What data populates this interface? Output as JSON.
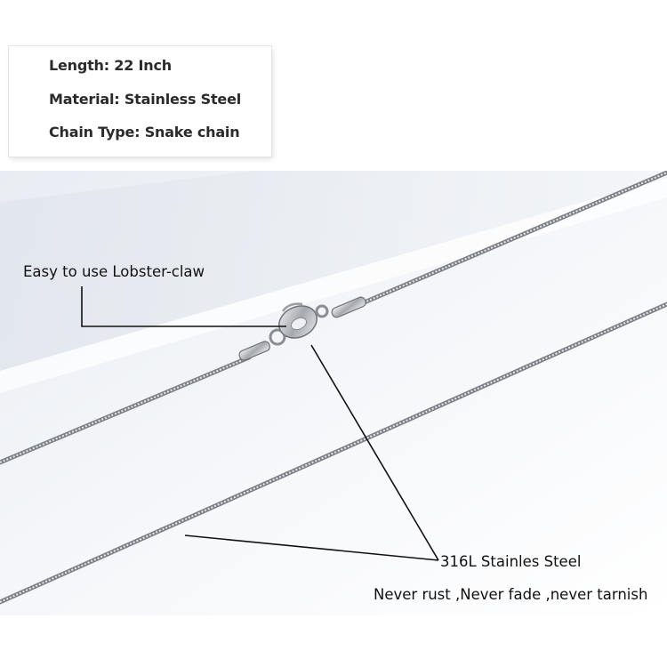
{
  "specs": {
    "length": "Length:  22 Inch",
    "material": "Material: Stainless Steel",
    "chain_type": "Chain Type: Snake chain"
  },
  "callouts": {
    "clasp": "Easy to use Lobster-claw",
    "steel": "316L Stainles Steel",
    "durability": "Never rust ,Never fade ,never tarnish"
  },
  "colors": {
    "background": "#ffffff",
    "panel_light": "#eef1f5",
    "panel_shadow": "#dde2ea",
    "chain_dark": "#7d8187",
    "chain_light": "#e6e8eb",
    "text": "#111111"
  }
}
